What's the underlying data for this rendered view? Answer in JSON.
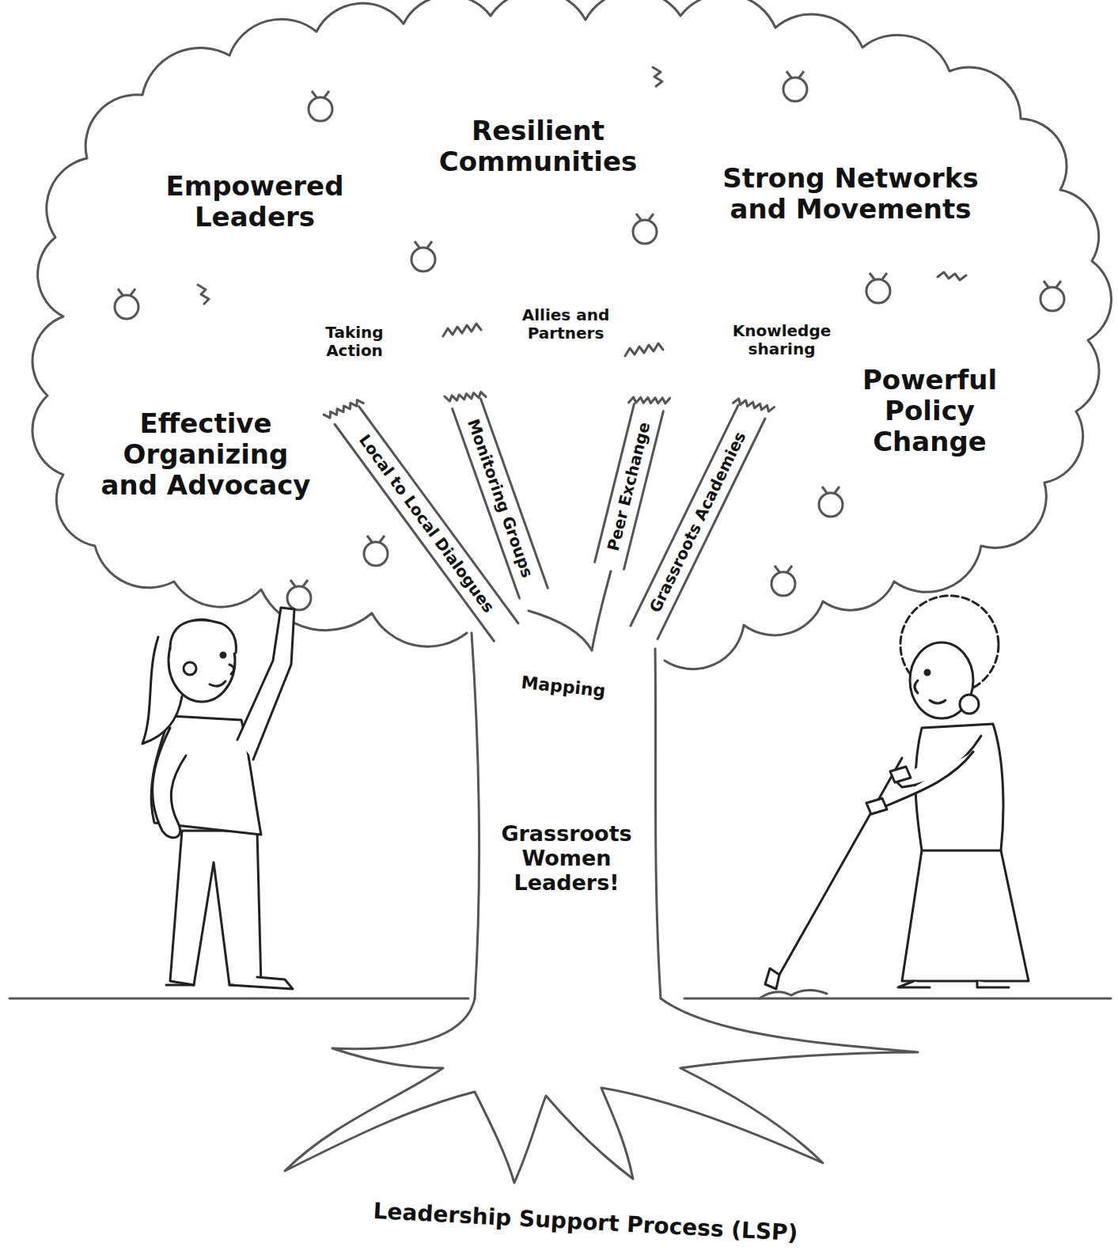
{
  "diagram": {
    "labels": [
      "Resilient Communities",
      "Empowered Leaders",
      "Strong Networks and Movements",
      "Allies and Partners",
      "Taking Action",
      "Knowledge sharing",
      "Powerful Policy Change",
      "Effective Organizing and Advocacy",
      "Local to Local Dialogues",
      "Monitoring Groups",
      "Peer Exchange",
      "Grassroots Academies",
      "Mapping",
      "Grassroots Women Leaders!",
      "Leadership Support Process (LSP)"
    ]
  }
}
